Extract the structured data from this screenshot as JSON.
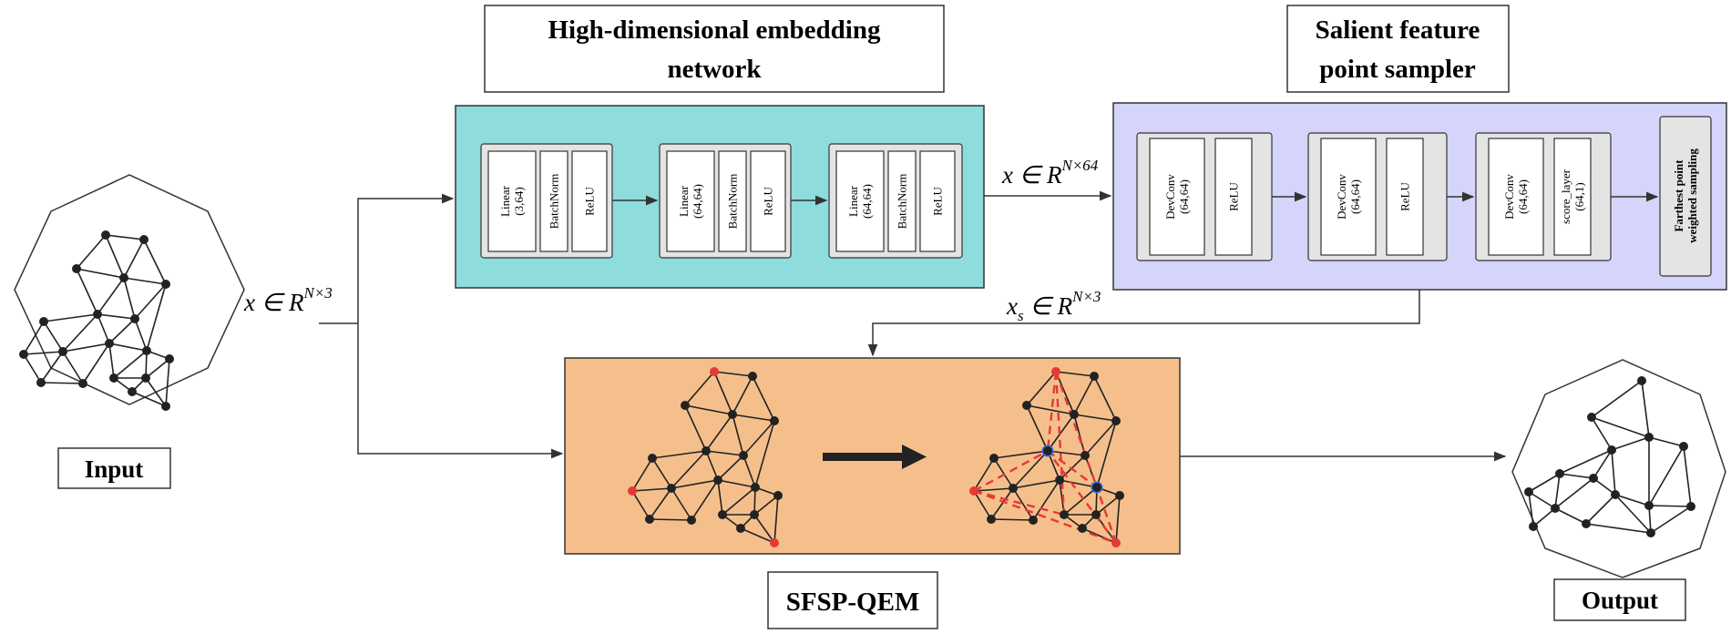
{
  "titles": {
    "embedding": "High-dimensional embedding",
    "embedding_line2": "network",
    "sampler": "Salient feature",
    "sampler_line2": "point sampler",
    "input": "Input",
    "output": "Output",
    "sfsp": "SFSP-QEM"
  },
  "embedding_blocks": [
    [
      "Linear",
      "(3,64)",
      "BatchNorm",
      "ReLU"
    ],
    [
      "Linear",
      "(64,64)",
      "BatchNorm",
      "ReLU"
    ],
    [
      "Linear",
      "(64,64)",
      "BatchNorm",
      "ReLU"
    ]
  ],
  "sampler_blocks": [
    [
      "DevConv",
      "(64,64)",
      "ReLU"
    ],
    [
      "DevConv",
      "(64,64)",
      "ReLU"
    ],
    [
      "DevConv",
      "(64,64)",
      "score_layer",
      "(64,1)"
    ]
  ],
  "sampler_final": [
    "Farthest point",
    "weighted sampling"
  ],
  "labels": {
    "x_pre": "x ∈ R",
    "x_exp": "N×3",
    "x64_pre": "x ∈ R",
    "x64_exp": "N×64",
    "xs_pre": "x",
    "xs_sub": "s",
    "xs_mid": " ∈ R",
    "xs_exp": "N×3"
  },
  "colors": {
    "embedding_fill": "#8fdcdc",
    "sampler_fill": "#d5d5fb",
    "sfsp_fill": "#f5bf8c",
    "inner_block_fill": "#e4e4e4",
    "node": "#222222",
    "red_node": "#e53935",
    "blue_node": "#3a6ee8"
  }
}
